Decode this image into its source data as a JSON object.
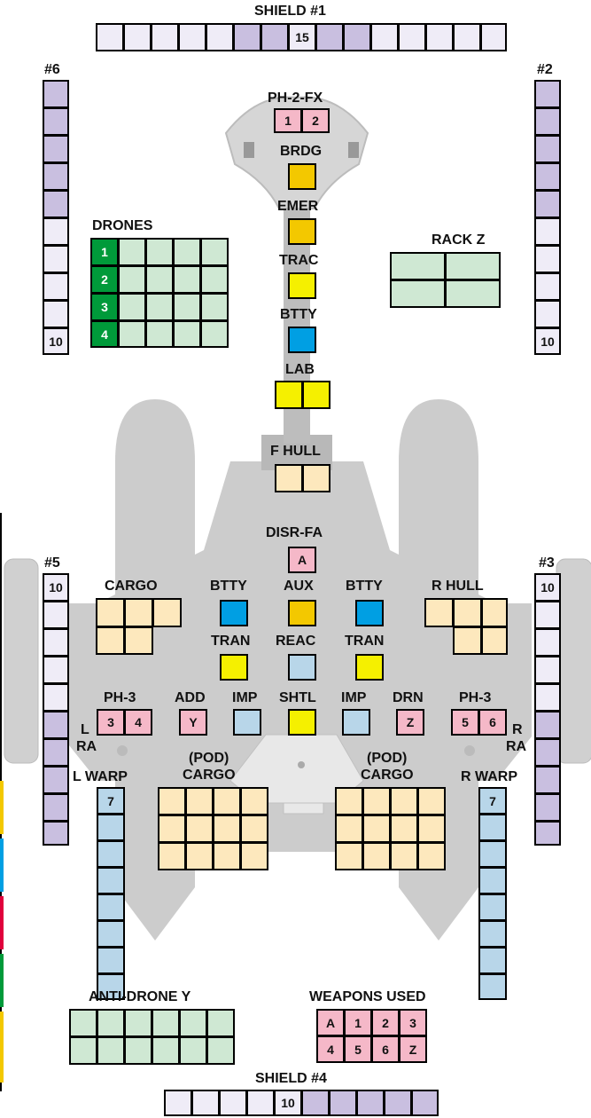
{
  "labels": {
    "shield1": "SHIELD #1",
    "shield2": "#2",
    "shield3": "#3",
    "shield4": "SHIELD #4",
    "shield5": "#5",
    "shield6": "#6",
    "ph2fx": "PH-2-FX",
    "brdg": "BRDG",
    "emer": "EMER",
    "trac": "TRAC",
    "btty_top": "BTTY",
    "lab": "LAB",
    "drones": "DRONES",
    "rackz": "RACK Z",
    "fhull": "F HULL",
    "disrfa": "DISR-FA",
    "cargo": "CARGO",
    "btty_l": "BTTY",
    "aux": "AUX",
    "btty_r": "BTTY",
    "rhull": "R HULL",
    "tran_l": "TRAN",
    "reac": "REAC",
    "tran_r": "TRAN",
    "ph3_l": "PH-3",
    "add": "ADD",
    "imp_l": "IMP",
    "shtl": "SHTL",
    "imp_r": "IMP",
    "drn": "DRN",
    "ph3_r": "PH-3",
    "l": "L",
    "ra_l": "RA",
    "r": "R",
    "ra_r": "RA",
    "lwarp": "L WARP",
    "rwarp": "R WARP",
    "pod_l1": "(POD)",
    "pod_l2": "CARGO",
    "pod_r1": "(POD)",
    "pod_r2": "CARGO",
    "antidrone": "ANTI-DRONE Y",
    "weapons": "WEAPONS USED"
  },
  "box_text": {
    "shield1_15": "15",
    "shield4_10": "10",
    "shield2_10": "10",
    "shield6_10": "10",
    "shield5_10": "10",
    "shield3_10": "10",
    "ph2_1": "1",
    "ph2_2": "2",
    "drone_1": "1",
    "drone_2": "2",
    "drone_3": "3",
    "drone_4": "4",
    "disr_a": "A",
    "ph3_3": "3",
    "ph3_4": "4",
    "add_y": "Y",
    "drn_z": "Z",
    "ph3_5": "5",
    "ph3_6": "6",
    "lwarp_7": "7",
    "rwarp_7": "7",
    "wu": [
      "A",
      "1",
      "2",
      "3",
      "4",
      "5",
      "6",
      "Z"
    ]
  },
  "colors": {
    "shield": "#efecf7",
    "shield_marked": "#c9bfe0",
    "weapon": "#f5b8c8",
    "control": "#f3c800",
    "special": "#f5f000",
    "battery": "#009fe3",
    "engine": "#b8d6e9",
    "drone": "#cfe8d3",
    "drone_id": "#009a3a",
    "hull": "#fde8bd",
    "ship": "#cccccc"
  }
}
